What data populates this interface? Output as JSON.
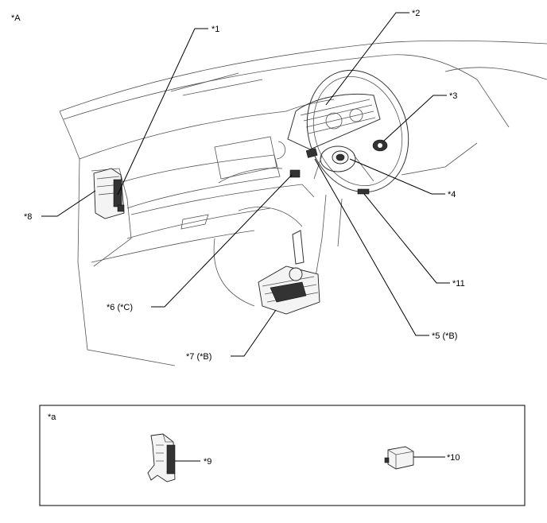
{
  "view_label": "*A",
  "inset_label": "*a",
  "callouts": {
    "c1": "*1",
    "c2": "*2",
    "c3": "*3",
    "c4": "*4",
    "c5": "*5 (*B)",
    "c6": "*6 (*C)",
    "c7": "*7 (*B)",
    "c8": "*8",
    "c9": "*9",
    "c10": "*10",
    "c11": "*11"
  }
}
